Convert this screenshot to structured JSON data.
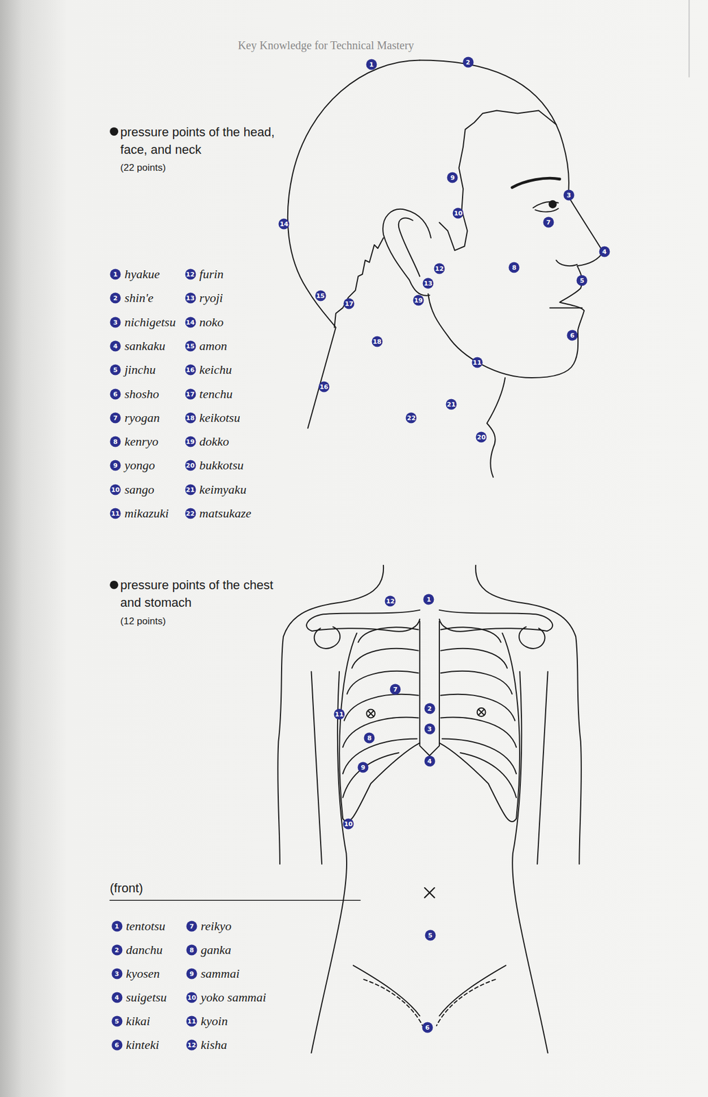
{
  "diagram": {
    "labels": [
      "Key Knowledge for Technical Mastery",
      "pressure points of the head, face, and neck",
      "(22 points)",
      "1",
      "hyakue",
      "2",
      "shin'e",
      "3",
      "nichigetsu",
      "4",
      "sankaku",
      "5",
      "jinchu",
      "6",
      "shosho",
      "7",
      "ryogan",
      "8",
      "kenryo",
      "9",
      "yongo",
      "10",
      "sango",
      "11",
      "mikazuki",
      "12",
      "furin",
      "13",
      "ryoji",
      "14",
      "noko",
      "15",
      "amon",
      "16",
      "keichu",
      "17",
      "tenchu",
      "18",
      "keikotsu",
      "19",
      "dokko",
      "20",
      "bukkotsu",
      "21",
      "keimyaku",
      "22",
      "matsukaze",
      "1",
      "2",
      "3",
      "4",
      "5",
      "6",
      "7",
      "8",
      "9",
      "10",
      "11",
      "12",
      "13",
      "14",
      "15",
      "16",
      "17",
      "18",
      "19",
      "20",
      "21",
      "22",
      "pressure points of the chest and stomach",
      "(12 points)",
      "(front)",
      "1",
      "tentotsu",
      "2",
      "danchu",
      "3",
      "kyosen",
      "4",
      "suigetsu",
      "5",
      "kikai",
      "6",
      "kinteki",
      "7",
      "reikyo",
      "8",
      "ganka",
      "9",
      "sammai",
      "10",
      "yoko sammai",
      "11",
      "kyoin",
      "12",
      "kisha",
      "1",
      "2",
      "3",
      "4",
      "5",
      "6",
      "7",
      "8",
      "9",
      "10",
      "11",
      "12"
    ]
  }
}
